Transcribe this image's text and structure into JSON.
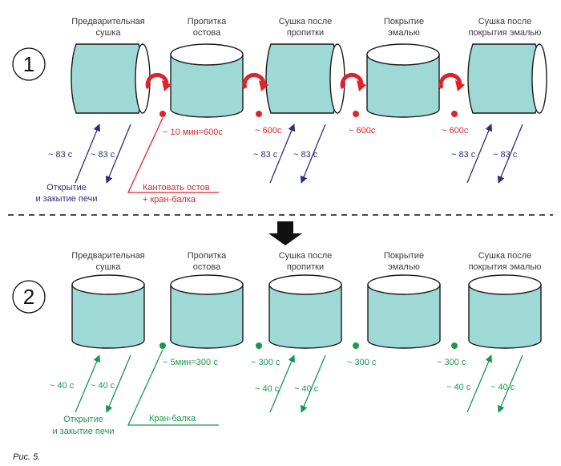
{
  "colors": {
    "cylinder_fill": "#9fd9d6",
    "outline": "#1a1a1a",
    "red": "#e02329",
    "navy": "#2b2e7e",
    "green": "#17994a"
  },
  "caption": "Рис. 5.",
  "stage1": {
    "number": "1",
    "stations": [
      {
        "line1": "Предварительная",
        "line2": "сушка"
      },
      {
        "line1": "Пропитка",
        "line2": "остова"
      },
      {
        "line1": "Сушка после",
        "line2": "пропитки"
      },
      {
        "line1": "Покрытие",
        "line2": "эмалью"
      },
      {
        "line1": "Сушка после",
        "line2": "покрытия эмалью"
      }
    ],
    "transfer_times": [
      "~ 10 мин=600с",
      "~ 600с",
      "~ 600с",
      "~ 600с"
    ],
    "door_times": [
      "~ 83 с",
      "~ 83 с",
      "~ 83 с",
      "~ 83 с",
      "~ 83 с",
      "~ 83 с"
    ],
    "door_note": {
      "line1": "Открытие",
      "line2": "и закытие печи"
    },
    "crane_note": {
      "line1": "Кантовать остов",
      "line2": "+ кран-балка"
    }
  },
  "stage2": {
    "number": "2",
    "stations": [
      {
        "line1": "Предварительная",
        "line2": "сушка"
      },
      {
        "line1": "Пропитка",
        "line2": "остова"
      },
      {
        "line1": "Сушка после",
        "line2": "пропитки"
      },
      {
        "line1": "Покрытие",
        "line2": "эмалью"
      },
      {
        "line1": "Сушка после",
        "line2": "покрытия эмалью"
      }
    ],
    "transfer_times": [
      "~ 5мин=300 с",
      "~ 300 с",
      "~ 300 с",
      "~ 300 с"
    ],
    "door_times": [
      "~ 40 с",
      "~ 40 с",
      "~ 40 с",
      "~ 40 с",
      "~ 40 с",
      "~ 40 с"
    ],
    "door_note": {
      "line1": "Открытие",
      "line2": "и закытие печи"
    },
    "crane_note": {
      "line1": "Кран-балка"
    }
  }
}
